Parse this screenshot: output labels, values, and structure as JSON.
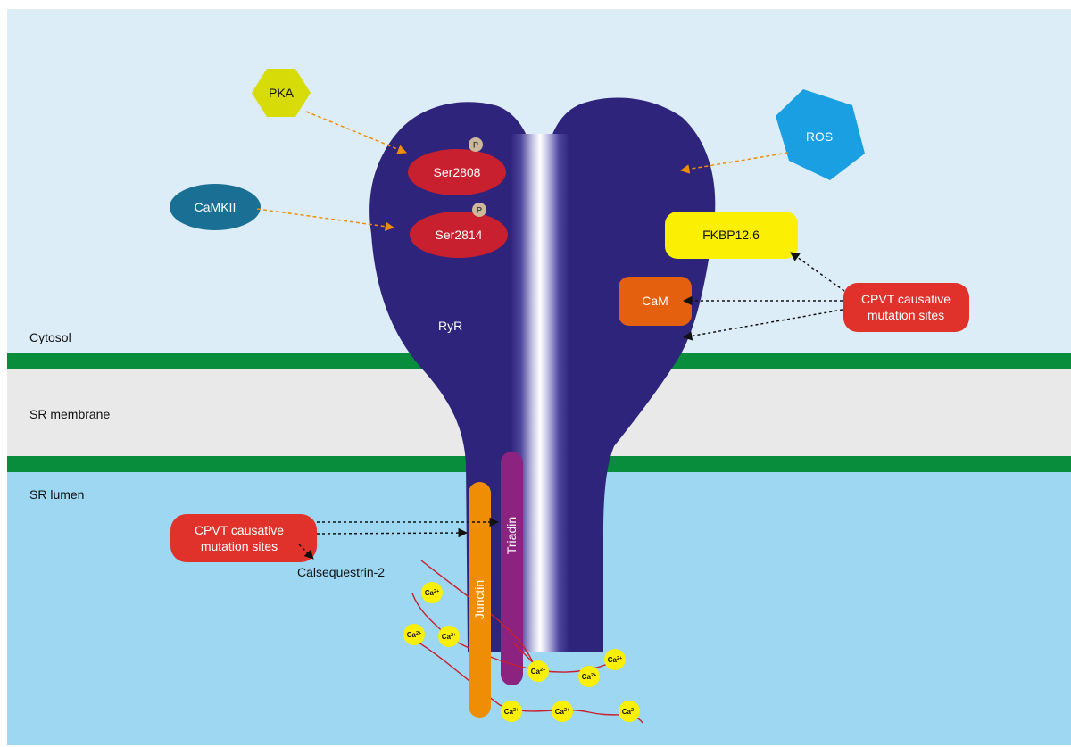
{
  "regions": {
    "cytosol": "Cytosol",
    "sr_membrane": "SR membrane",
    "sr_lumen": "SR lumen"
  },
  "ryr": {
    "label": "RyR",
    "sites": [
      {
        "name": "Ser2808",
        "phospho": "P"
      },
      {
        "name": "Ser2814",
        "phospho": "P"
      }
    ]
  },
  "kinases": {
    "pka": "PKA",
    "camkii": "CaMKII"
  },
  "ros": "ROS",
  "fkbp": "FKBP12.6",
  "cam": "CaM",
  "cpvt_top": {
    "line1": "CPVT causative",
    "line2": "mutation sites"
  },
  "cpvt_bottom": {
    "line1": "CPVT causative",
    "line2": "mutation sites"
  },
  "calsequestrin": "Calsequestrin-2",
  "junctin": "Junctin",
  "triadin": "Triadin",
  "calcium": {
    "base": "Ca",
    "charge": "2+"
  },
  "colors": {
    "cytosol": "#dcedf8",
    "membrane": "#e9e9e9",
    "membrane_line": "#078d3c",
    "lumen": "#9dd7f2",
    "ryr": "#2f247b",
    "serine": "#c8202e",
    "pka": "#d7dc09",
    "camkii": "#1a6f95",
    "ros": "#1aa0e2",
    "fkbp": "#fbef04",
    "cam": "#e5600e",
    "cpvt": "#e0312b",
    "junctin": "#ef8e05",
    "triadin": "#8d2380",
    "calcium": "#fbef04",
    "calsequestrin_strand": "#c8202e",
    "phospho": "#cdb89c",
    "kinase_arrow": "#ef8e05"
  }
}
